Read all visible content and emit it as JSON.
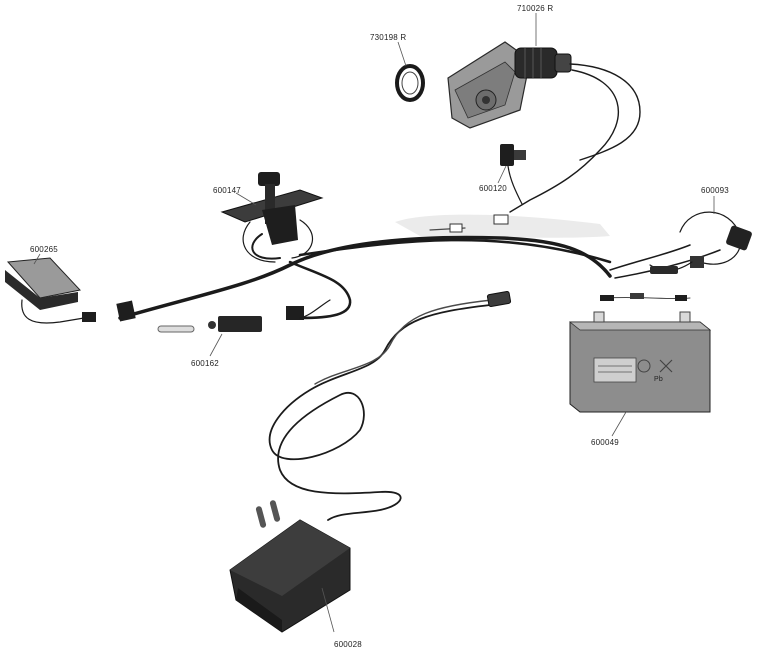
{
  "parts": [
    {
      "id": "motor-gearbox",
      "code": "710026 R"
    },
    {
      "id": "gearbox-ring",
      "code": "730198 R"
    },
    {
      "id": "wire-connector",
      "code": "600120"
    },
    {
      "id": "pedal-switch",
      "code": "600147"
    },
    {
      "id": "fuse-switch",
      "code": "600093"
    },
    {
      "id": "foot-pedal",
      "code": "600265"
    },
    {
      "id": "inline-switch",
      "code": "600162"
    },
    {
      "id": "battery",
      "code": "600049"
    },
    {
      "id": "charger",
      "code": "600028"
    }
  ],
  "battery_marks": {
    "recycle": "Pb"
  },
  "colors": {
    "ink": "#1b1b1b",
    "gray_dark": "#555555",
    "gray_mid": "#8a8a8a",
    "gray_light": "#c8c8c8"
  }
}
